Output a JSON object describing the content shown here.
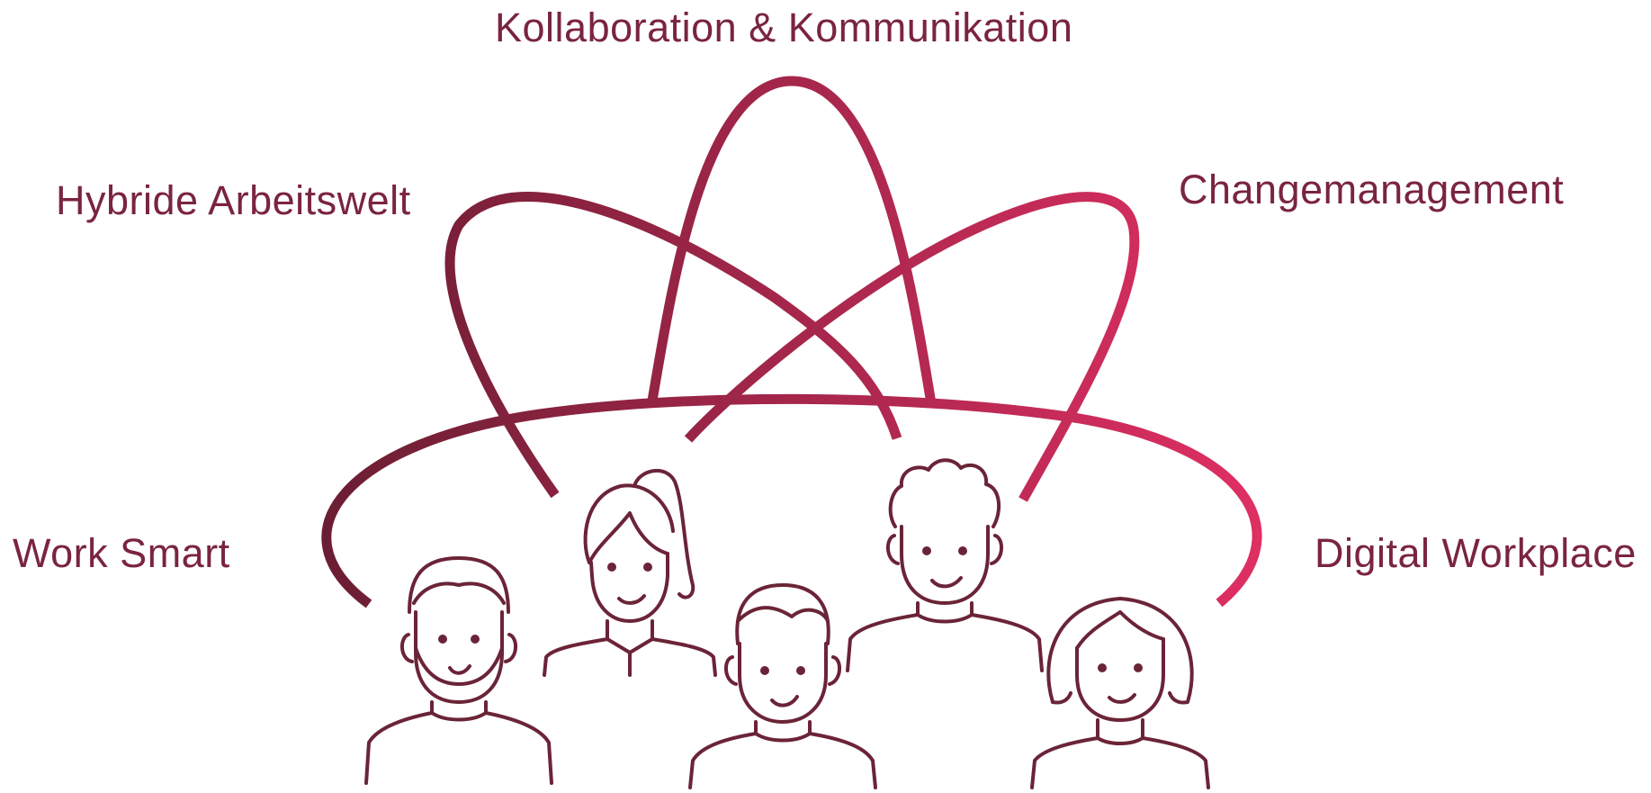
{
  "colors": {
    "text": "#7a2440",
    "gradient_start": "#6b1e33",
    "gradient_end": "#df2f63",
    "people_stroke": "#6b2437"
  },
  "labels": {
    "top": "Kollaboration & Kommunikation",
    "left_upper": "Hybride Arbeitswelt",
    "right_upper": "Changemanagement",
    "left_lower": "Work Smart",
    "right_lower": "Digital Workplace"
  },
  "icons": [
    "atom-orbits-icon",
    "person-icon"
  ]
}
